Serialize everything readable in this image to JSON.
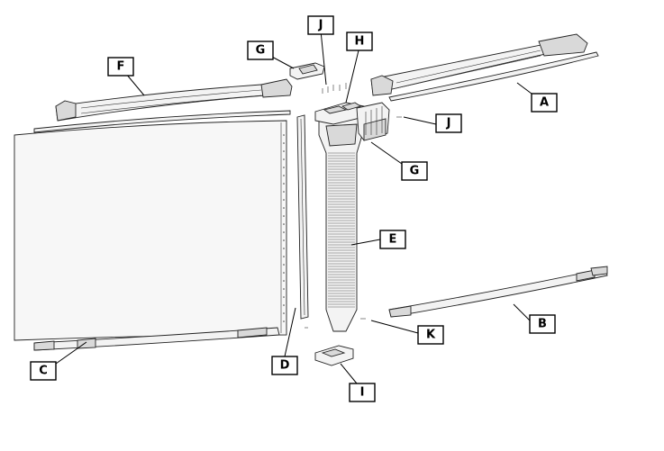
{
  "labels": {
    "A": "A",
    "B": "B",
    "C": "C",
    "D": "D",
    "E": "E",
    "F": "F",
    "G_top": "G",
    "G_right": "G",
    "H": "H",
    "I": "I",
    "J_top": "J",
    "J_right": "J",
    "K": "K"
  },
  "colors": {
    "line": "#222222",
    "part_fill": "#f3f3f3",
    "part_shade": "#d9d9d9",
    "background": "#ffffff"
  }
}
